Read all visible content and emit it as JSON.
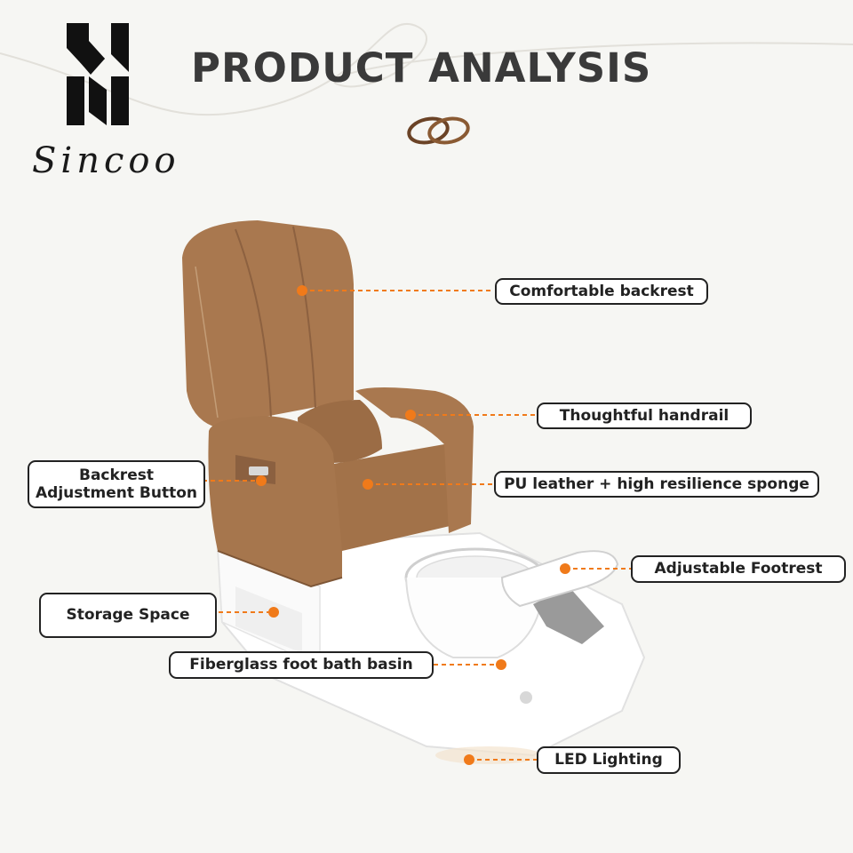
{
  "brand": {
    "name": "Sincoo",
    "logo_icon": "sincoo-logo-icon"
  },
  "header": {
    "title": "PRODUCT ANALYSIS",
    "ornament_icon": "interlocking-rings-icon"
  },
  "colors": {
    "accent_orange": "#f07a1a",
    "leather_brown": "#a9784f",
    "base_white": "#ffffff",
    "text_dark": "#222222"
  },
  "callouts": {
    "backrest": "Comfortable backrest",
    "handrail": "Thoughtful handrail",
    "adjust_line1": "Backrest",
    "adjust_line2": "Adjustment Button",
    "leather": "PU leather + high resilience sponge",
    "footrest": "Adjustable Footrest",
    "storage": "Storage Space",
    "basin": "Fiberglass foot bath basin",
    "led": "LED Lighting"
  }
}
